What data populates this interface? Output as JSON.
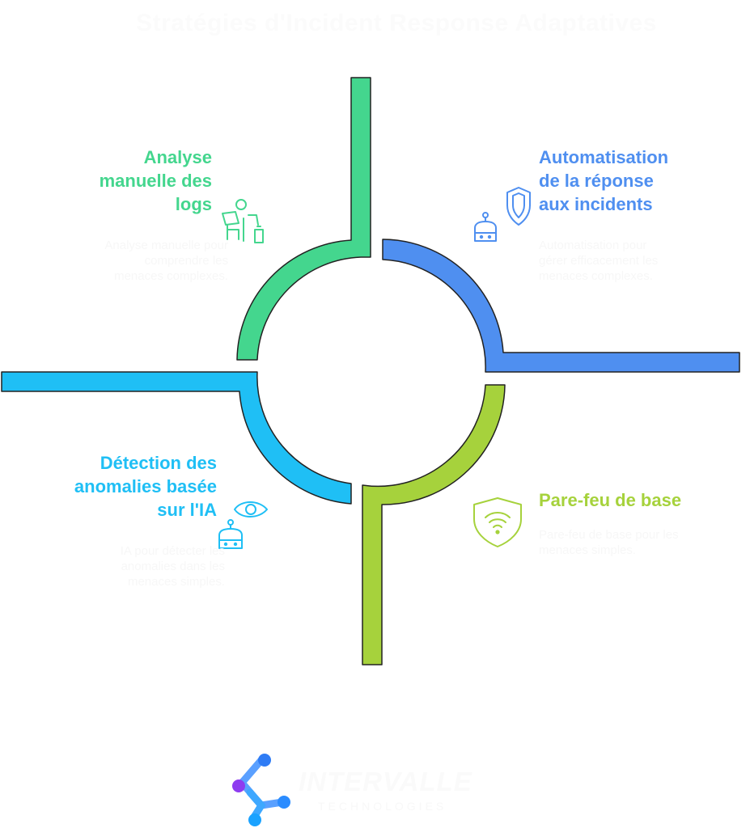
{
  "title": "Stratégies d'Incident Response Adaptatives",
  "colors": {
    "green": "#44d68e",
    "blue": "#4f8ff0",
    "cyan": "#1fbff5",
    "lime": "#a6d23c",
    "outline": "#222222"
  },
  "quadrants": {
    "manual": {
      "heading_lines": [
        "Analyse",
        "manuelle des",
        "logs"
      ],
      "desc_lines": [
        "Analyse manuelle pour",
        "comprendre les",
        "menaces complexes."
      ],
      "icon": "person-laptop-icon"
    },
    "automation": {
      "heading_lines": [
        "Automatisation",
        "de la réponse",
        "aux incidents"
      ],
      "desc_lines": [
        "Automatisation pour",
        "gérer efficacement les",
        "menaces complexes."
      ],
      "icon": "robot-shield-icon"
    },
    "ai": {
      "heading_lines": [
        "Détection des",
        "anomalies basée",
        "sur l'IA"
      ],
      "desc_lines": [
        "IA pour détecter les",
        "anomalies dans les",
        "menaces simples."
      ],
      "icon": "robot-eye-icon"
    },
    "firewall": {
      "heading_lines": [
        "Pare-feu de base"
      ],
      "desc_lines": [
        "Pare-feu de base pour les",
        "menaces simples."
      ],
      "icon": "wifi-shield-icon"
    }
  },
  "branding": {
    "name": "INTERVALLE",
    "tagline": "TECHNOLOGIES",
    "icon": "molecule-logo-icon"
  }
}
